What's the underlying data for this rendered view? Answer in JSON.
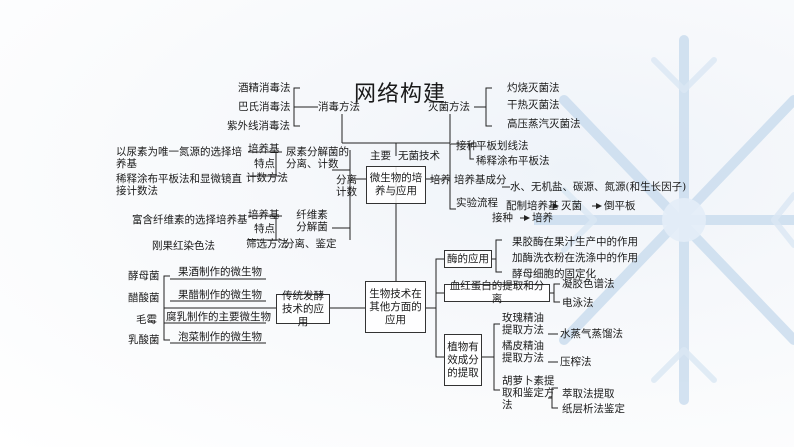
{
  "title": "网络构建",
  "center": "生物技术在其他方面的应用",
  "main_label": "主要",
  "aseptic": "无菌技术",
  "disinfection": {
    "label": "消毒方法",
    "items": [
      "酒精消毒法",
      "巴氏消毒法",
      "紫外线消毒法"
    ]
  },
  "sterilization": {
    "label": "灭菌方法",
    "items": [
      "灼烧灭菌法",
      "干热灭菌法",
      "高压蒸汽灭菌法"
    ]
  },
  "microbe": {
    "box": "微生物的培养与应用",
    "sep_count": "分离计数",
    "urea_medium": "以尿素为唯一氮源的选择培养基",
    "dilution_count": "稀释涂布平板法和显微镜直接计数法",
    "cellulose_medium": "富含纤维素的选择培养基",
    "congo_red": "刚果红染色法",
    "peiyangji1": "培养基",
    "tedian1": "特点",
    "jishu_fangfa": "计数方法",
    "urea_bacteria": "尿素分解菌的分离、计数",
    "peiyangji2": "培养基",
    "tedian2": "特点",
    "shaixuan": "筛选方法",
    "cellulose_bacteria": "纤维素分解菌",
    "sep_identify": "分离、鉴定"
  },
  "culture": {
    "label": "培养",
    "inoculate": "接种",
    "streak": "平板划线法",
    "spread": "稀释涂布平板法",
    "medium_comp": "培养基成分",
    "components": "水、无机盐、碳源、氮源(和生长因子)",
    "procedure": "实验流程",
    "flow": [
      "配制培养基",
      "灭菌",
      "倒平板",
      "接种",
      "培养"
    ]
  },
  "fermentation": {
    "box": "传统发酵技术的应用",
    "organisms": [
      "酵母菌",
      "醋酸菌",
      "毛霉",
      "乳酸菌"
    ],
    "products": [
      "果酒制作的微生物",
      "果醋制作的微生物",
      "腐乳制作的主要微生物",
      "泡菜制作的微生物"
    ]
  },
  "enzyme": {
    "box": "酶的应用",
    "items": [
      "果胶酶在果汁生产中的作用",
      "加酶洗衣粉在洗涤中的作用",
      "酵母细胞的固定化"
    ]
  },
  "hemoglobin": {
    "box": "血红蛋白的提取和分离",
    "items": [
      "凝胶色谱法",
      "电泳法"
    ]
  },
  "plant": {
    "box": "植物有效成分的提取",
    "rose": "玫瑰精油提取方法",
    "rose_method": "水蒸气蒸馏法",
    "orange": "橘皮精油提取方法",
    "orange_method": "压榨法",
    "carotene": "胡萝卜素提取和鉴定方法",
    "carotene_methods": [
      "萃取法提取",
      "纸层析法鉴定"
    ]
  }
}
